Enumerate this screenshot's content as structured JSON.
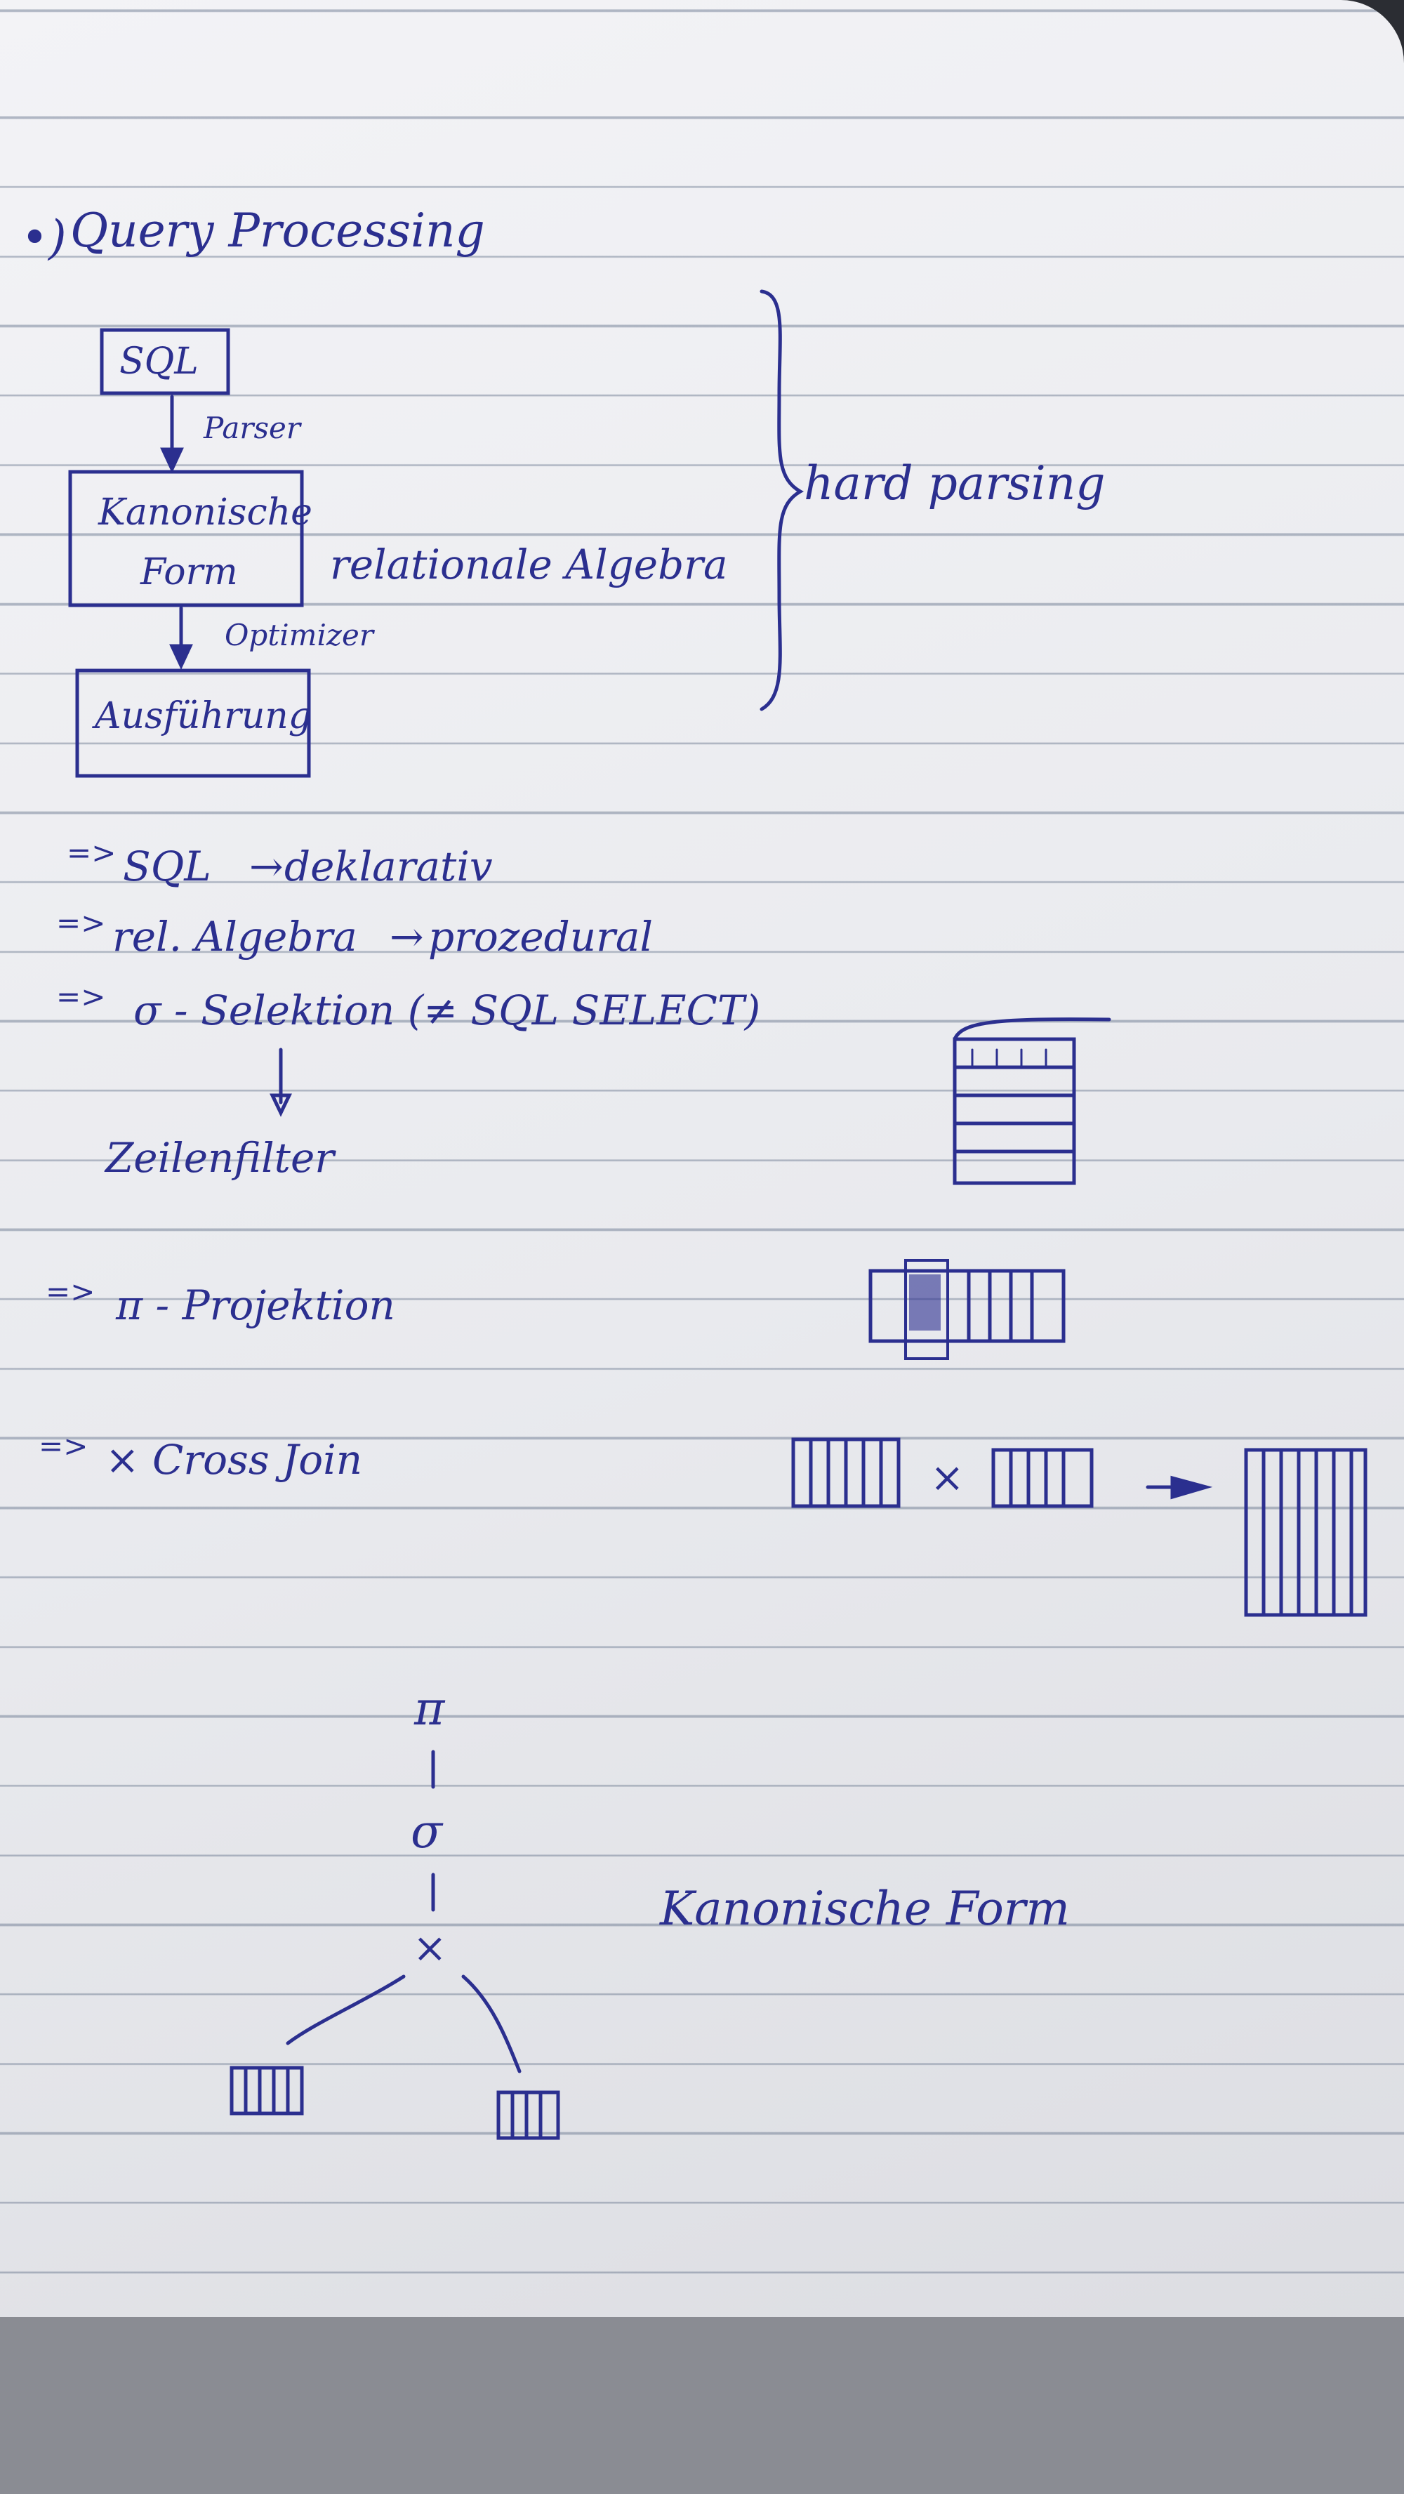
{
  "header": {
    "bullet": "•)",
    "title": "Query Processing"
  },
  "flow": {
    "sql": "SQL",
    "parser": "Parser",
    "kanonische_form_line1": "Kanonische",
    "kanonische_form_line2": "Form",
    "relationale_algebra": "relationale Algebra",
    "optimizer": "Optimizer",
    "ausfuehrung": "Ausführung",
    "hard_parsing": "hard parsing"
  },
  "notes": {
    "arrow": "=>",
    "sql_label": "SQL",
    "sql_desc": "deklarativ",
    "rel_label": "rel. Algebra",
    "rel_desc": "prozedural",
    "sigma_label": "σ - Selektion (≠ SQL SELECT)",
    "zeilenfilter": "Zeilenfilter",
    "pi_label": "π - Projektion",
    "cross_label": "× Cross Join",
    "times": "×"
  },
  "tree": {
    "pi": "π",
    "sigma": "σ",
    "cross": "×",
    "caption": "Kanonische Form"
  },
  "colors": {
    "ink": "#2b2f8f",
    "paper": "#eeeff3",
    "rule": "#5f6e87"
  }
}
